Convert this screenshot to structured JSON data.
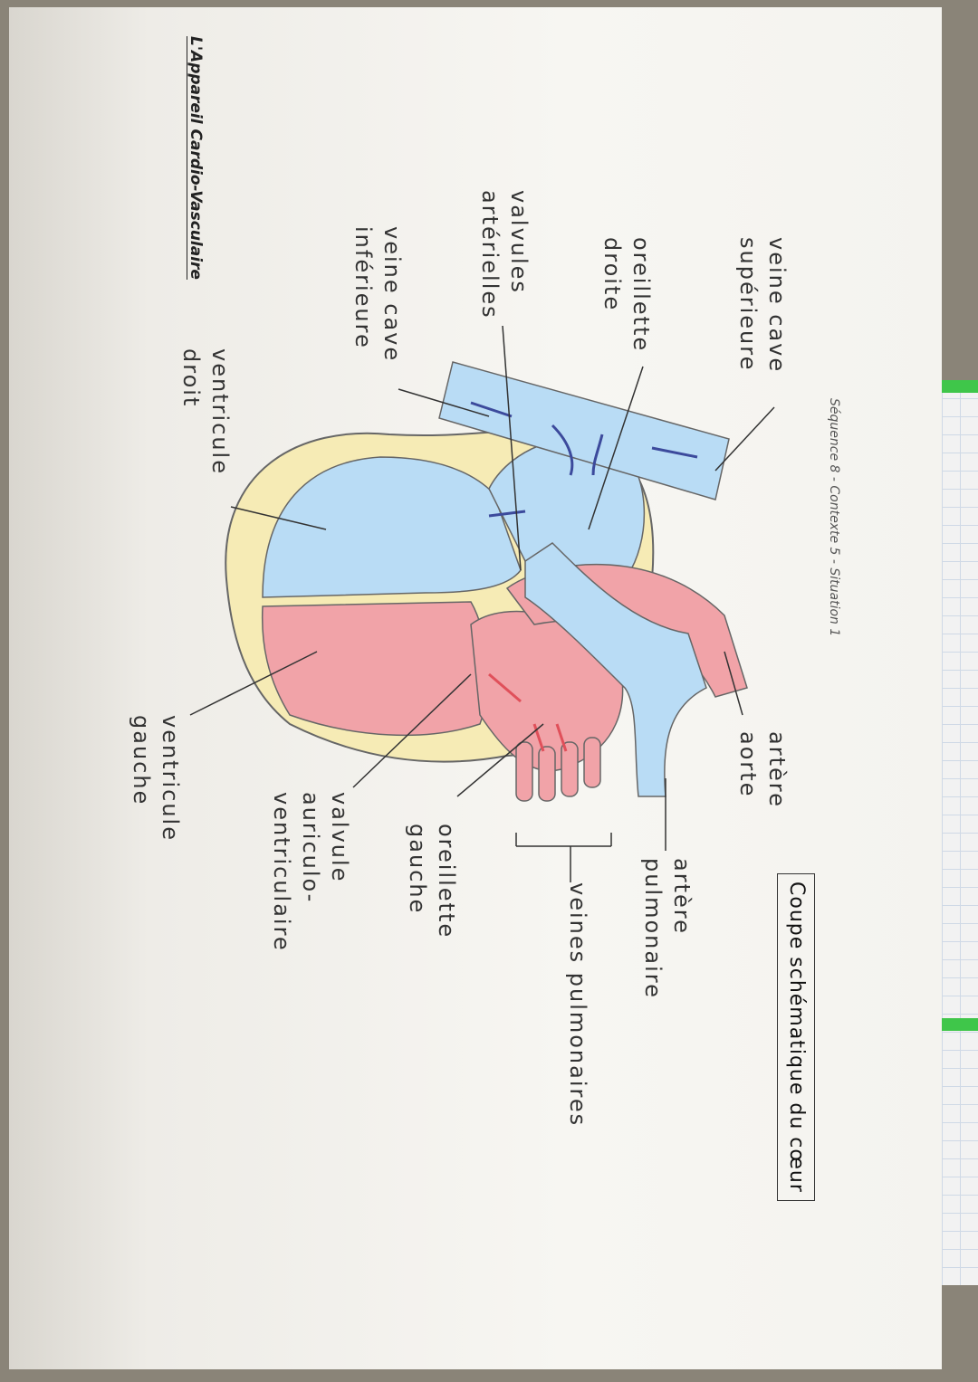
{
  "document": {
    "title": "L'Appareil Cardio-Vasculaire",
    "subtitle": "Séquence 8 - Contexte 5 - Situation 1",
    "caption": "Coupe schématique du cœur"
  },
  "labels": {
    "veine_cave_sup": [
      "veine cave",
      "supérieure"
    ],
    "oreillette_droite": [
      "oreillette",
      "droite"
    ],
    "valvules_arterielles": [
      "valvules",
      "artérielles"
    ],
    "veine_cave_inf": [
      "veine cave",
      "inférieure"
    ],
    "ventricule_droit": [
      "ventricule",
      "droit"
    ],
    "artere_aorte": [
      "artère",
      "aorte"
    ],
    "artere_pulmonaire": [
      "artère",
      "pulmonaire"
    ],
    "veines_pulmonaires": "veines pulmonaires",
    "oreillette_gauche": [
      "oreillette",
      "gauche"
    ],
    "valvule_av": [
      "valvule",
      "auriculo-",
      "ventriculaire"
    ],
    "ventricule_gauche": [
      "ventricule",
      "gauche"
    ]
  },
  "colors": {
    "blue": "#b9dcf5",
    "red": "#f1a3a8",
    "wall": "#f6ebb5",
    "arrow_blue": "#3c4a9c",
    "arrow_red": "#e0505a"
  }
}
